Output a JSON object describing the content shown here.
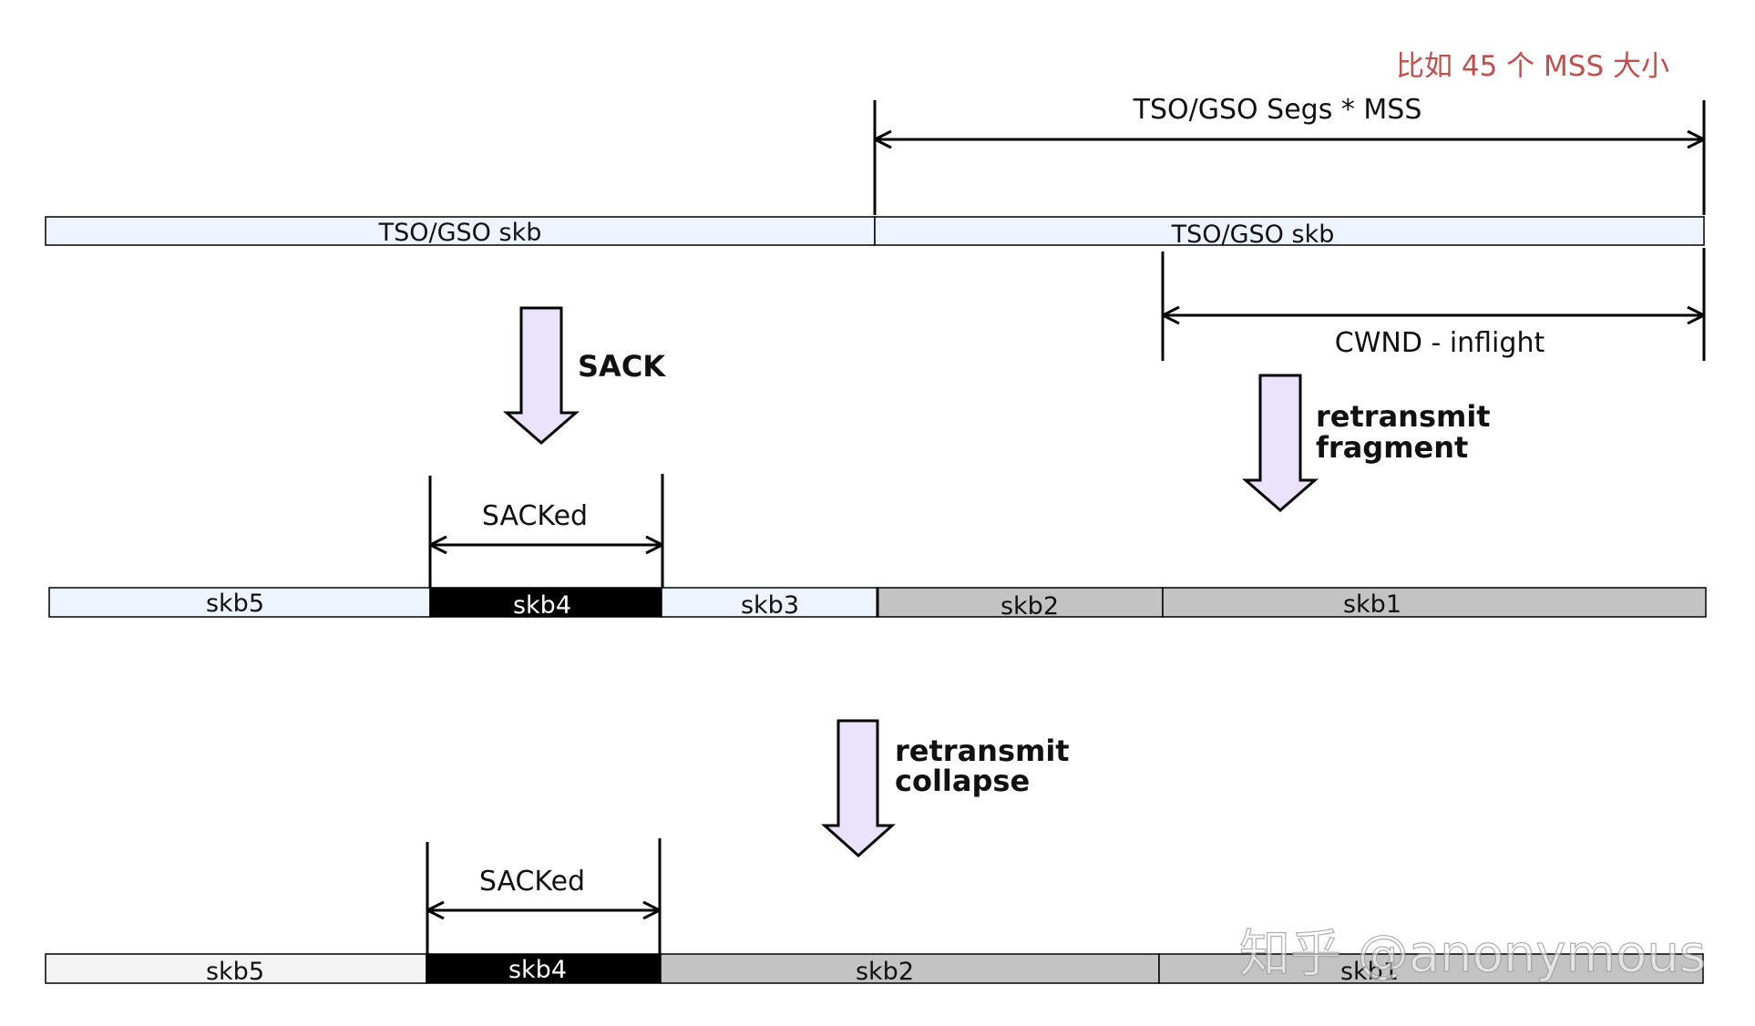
{
  "note": "比如 45 个 MSS 大小",
  "watermark": "知乎 @anonymous",
  "colors": {
    "light": "#eef4fd",
    "sacked": "#000000",
    "retrans": "#c3c3c3",
    "collapsed_light": "#f3f3f3",
    "arrow_fill": "#ebe3fb",
    "note": "#c0504d"
  },
  "rows": {
    "top": {
      "segments": [
        {
          "label": "TSO/GSO skb",
          "style": "light"
        },
        {
          "label": "TSO/GSO skb",
          "style": "light"
        }
      ]
    },
    "middle": {
      "segments": [
        {
          "label": "skb5",
          "style": "light"
        },
        {
          "label": "skb4",
          "style": "sacked"
        },
        {
          "label": "skb3",
          "style": "light"
        },
        {
          "label": "skb2",
          "style": "retrans"
        },
        {
          "label": "skb1",
          "style": "retrans"
        }
      ]
    },
    "bottom": {
      "segments": [
        {
          "label": "skb5",
          "style": "collapsed_light"
        },
        {
          "label": "skb4",
          "style": "sacked"
        },
        {
          "label": "skb2",
          "style": "retrans"
        },
        {
          "label": "skb1",
          "style": "retrans"
        }
      ]
    }
  },
  "dimensions": {
    "tso_segs": "TSO/GSO Segs * MSS",
    "cwnd": "CWND - inflight",
    "sacked_middle": "SACKed",
    "sacked_bottom": "SACKed"
  },
  "steps": {
    "sack": "SACK",
    "retransmit_fragment": [
      "retransmit",
      "fragment"
    ],
    "retransmit_collapse": [
      "retransmit",
      "collapse"
    ]
  }
}
